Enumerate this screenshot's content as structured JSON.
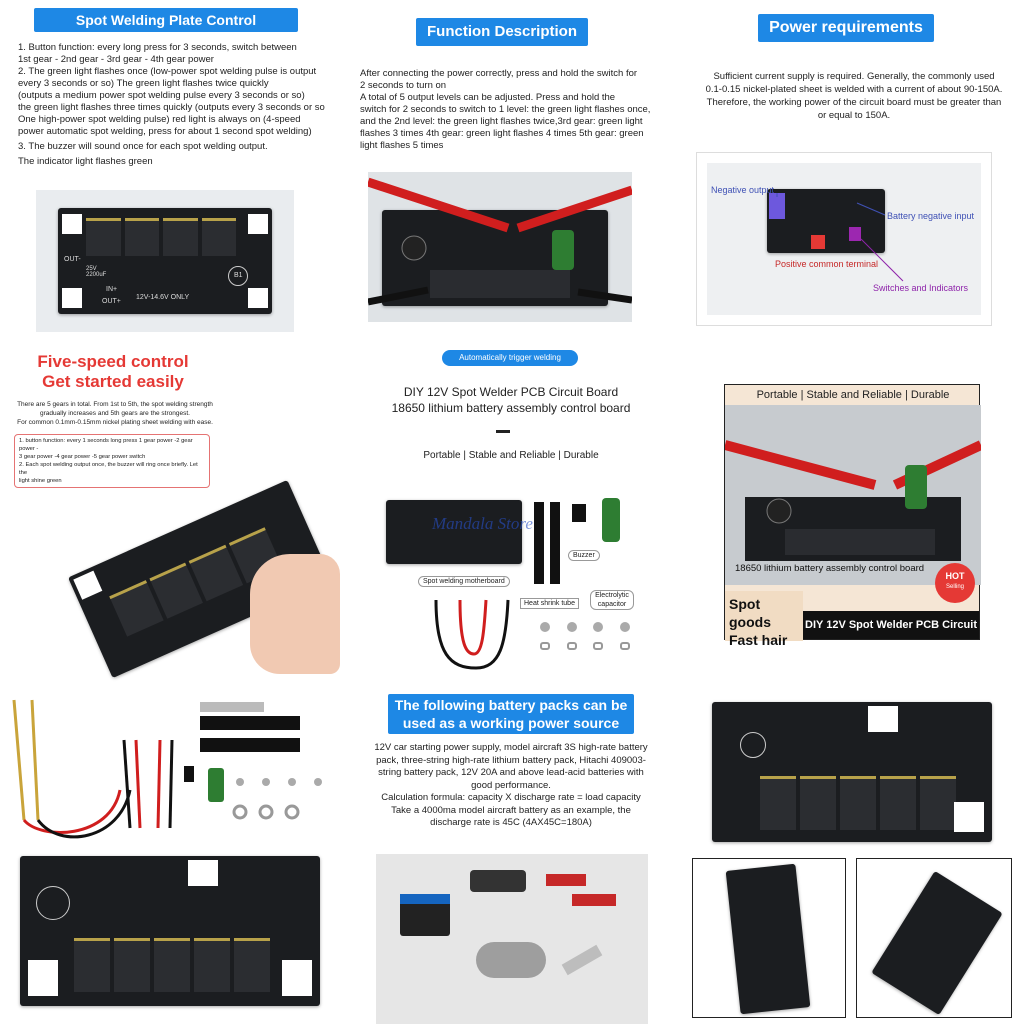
{
  "panel1": {
    "title": "Spot Welding Plate Control Instructions",
    "lines": [
      "1. Button function: every long press for 3 seconds, switch between",
      "1st gear - 2nd gear - 3rd gear - 4th gear power",
      "2. The green light flashes once (low-power spot welding pulse is output",
      "every 3 seconds or so) The green light flashes twice quickly",
      "(outputs a medium power spot welding pulse every 3 seconds or so)",
      "the green light flashes three times quickly (outputs every 3 seconds or so",
      "One high-power spot welding pulse) red light is always on (4-speed",
      "power automatic spot welding, press for about 1 second spot welding)",
      "3. The buzzer will sound once for each spot welding output.",
      "The indicator light flashes green"
    ],
    "board_text": "12V-14.6V ONLY",
    "board_labels": [
      "OUT-",
      "IN+",
      "OUT+",
      "B1",
      "25V 2200uF"
    ]
  },
  "panel2": {
    "title": "Function Description",
    "lines": [
      "After connecting the power correctly, press and hold the switch for",
      "2 seconds to turn on",
      "A total of 5 output levels can be adjusted. Press and hold the",
      "switch for 2 seconds to switch to 1 level: the green light flashes once,",
      "and the 2nd level: the green light flashes twice,3rd gear: green light",
      "flashes 3 times 4th gear: green light flashes 4 times 5th gear: green",
      "light flashes 5 times"
    ]
  },
  "panel3": {
    "title": "Power requirements",
    "lines": [
      "Sufficient current supply is required. Generally, the commonly used",
      "0.1-0.15 nickel-plated sheet is welded with a current of about 90-150A.",
      "Therefore, the working power of the circuit board must be greater than",
      "or equal to 150A."
    ],
    "callouts": {
      "negative_output": "Negative output",
      "battery_negative": "Battery negative input",
      "positive_common": "Positive common terminal",
      "switches": "Switches and Indicators"
    }
  },
  "panel4": {
    "title_line1": "Five-speed control",
    "title_line2": "Get started easily",
    "lines": [
      "There are 5 gears in total. From 1st to 5th, the spot welding strength",
      "gradually increases and 5th gears are the strongest.",
      "For common 0.1mm-0.15mm nickel plating sheet welding with ease."
    ],
    "box_lines": [
      "1. button function: every 1 seconds long press 1 gear power -2 gear power -",
      "3 gear power -4 gear power -5 gear power switch",
      "2. Each spot welding output once, the buzzer will ring once briefly. Let the",
      "light shine green"
    ]
  },
  "panel5": {
    "badge": "Automatically trigger welding",
    "title_line1": "DIY 12V Spot Welder PCB Circuit Board",
    "title_line2": "18650 lithium battery assembly control board",
    "subtitle": "Portable | Stable and Reliable | Durable",
    "watermark": "Mandala Store",
    "labels": {
      "motherboard": "Spot welding motherboard",
      "heat_shrink": "Heat shrink tube",
      "buzzer": "Buzzer",
      "capacitor": "Electrolytic capacitor"
    }
  },
  "panel6": {
    "header": "Portable | Stable and Reliable | Durable",
    "caption": "18650 lithium battery assembly control board",
    "hot_line1": "HOT",
    "hot_line2": "Selling",
    "promo_line1": "Spot goods",
    "promo_line2": "Fast hair",
    "banner": "DIY 12V Spot Welder PCB Circuit Board"
  },
  "panel8": {
    "title_line1": "The following battery packs can be",
    "title_line2": "used as a working power source",
    "lines": [
      "12V car starting power supply, model aircraft 3S high-rate battery",
      "pack, three-string high-rate lithium battery pack, Hitachi 409003-",
      "string battery pack, 12V 20A and above lead-acid batteries with",
      "good performance.",
      "Calculation formula: capacity X discharge rate = load capacity",
      "Take a 4000ma model aircraft battery as an example, the",
      "discharge rate is 45C (4AX45C=180A)"
    ]
  },
  "colors": {
    "accent_blue": "#1e88e5",
    "pcb_black": "#1b1d20",
    "title_red": "#e53935"
  }
}
